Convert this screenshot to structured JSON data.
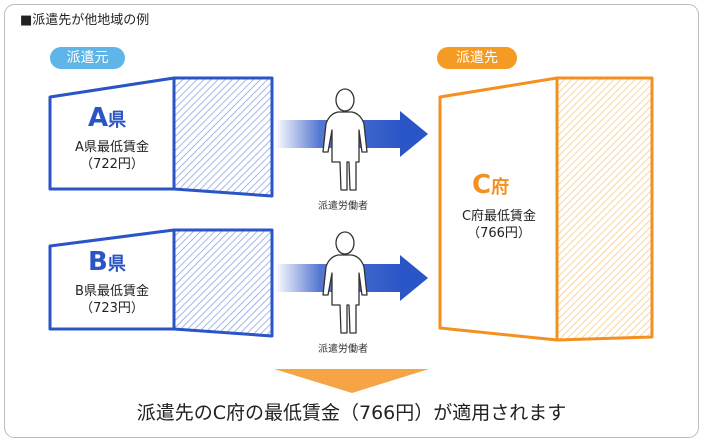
{
  "title": "■派遣先が他地域の例",
  "pill_source": "派遣元",
  "pill_dest": "派遣先",
  "box_a": {
    "letter": "A",
    "suffix": "県",
    "line1": "A県最低賃金",
    "line2": "（722円）"
  },
  "box_b": {
    "letter": "B",
    "suffix": "県",
    "line1": "B県最低賃金",
    "line2": "（723円）"
  },
  "box_c": {
    "letter": "C",
    "suffix": "府",
    "line1": "C府最低賃金",
    "line2": "（766円）"
  },
  "worker_label_1": "派遣労働者",
  "worker_label_2": "派遣労働者",
  "conclusion": "派遣先のC府の最低賃金（766円）が適用されます",
  "colors": {
    "blue": "#2a55c6",
    "orange": "#f39020",
    "light_blue": "#5fb4e8",
    "hatch_blue": "#8fa6e6",
    "hatch_orange": "#f8c98a"
  }
}
